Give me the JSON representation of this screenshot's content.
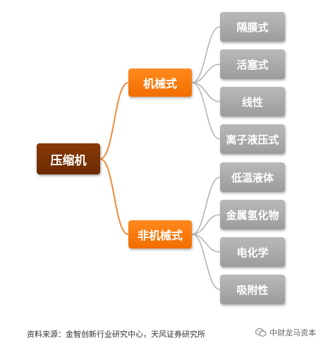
{
  "root": {
    "label": "压缩机"
  },
  "branches": [
    {
      "label": "机械式",
      "children": [
        "隔膜式",
        "活塞式",
        "线性",
        "离子液压式"
      ]
    },
    {
      "label": "非机械式",
      "children": [
        "低温液体",
        "金属氢化物",
        "电化学",
        "吸附性"
      ]
    }
  ],
  "source_note": "资料来源：金智创新行业研究中心，天风证券研究所",
  "watermark": {
    "icon": "wechat-icon",
    "text": "中财龙马资本"
  },
  "colors": {
    "root": "#7a3205",
    "branch": "#f57a10",
    "leaf": "#a8a8a8",
    "root_connector": "#f08a3a",
    "leaf_connector": "#b5b5b5"
  }
}
